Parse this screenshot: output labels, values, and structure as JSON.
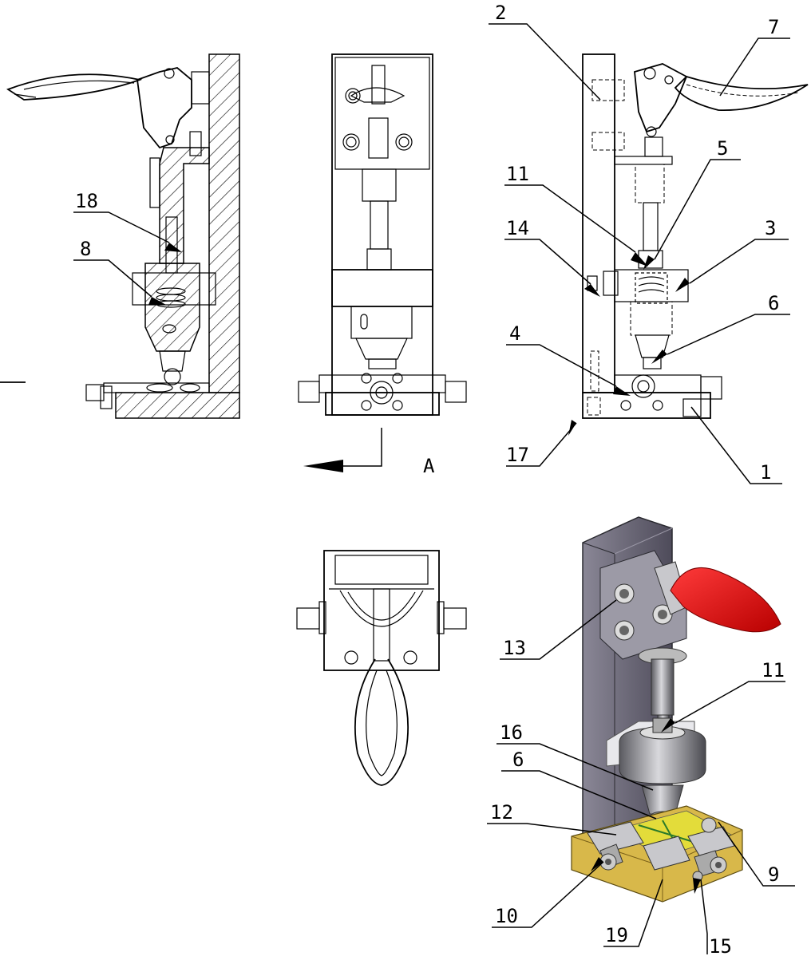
{
  "views": {
    "section_label": "A",
    "part_labels": [
      {
        "id": "2",
        "text": "2"
      },
      {
        "id": "7",
        "text": "7"
      },
      {
        "id": "5",
        "text": "5"
      },
      {
        "id": "11a",
        "text": "11"
      },
      {
        "id": "3",
        "text": "3"
      },
      {
        "id": "14",
        "text": "14"
      },
      {
        "id": "6a",
        "text": "6"
      },
      {
        "id": "4",
        "text": "4"
      },
      {
        "id": "17",
        "text": "17"
      },
      {
        "id": "1",
        "text": "1"
      },
      {
        "id": "18",
        "text": "18"
      },
      {
        "id": "8",
        "text": "8"
      },
      {
        "id": "13",
        "text": "13"
      },
      {
        "id": "11b",
        "text": "11"
      },
      {
        "id": "16",
        "text": "16"
      },
      {
        "id": "6b",
        "text": "6"
      },
      {
        "id": "12",
        "text": "12"
      },
      {
        "id": "9",
        "text": "9"
      },
      {
        "id": "10",
        "text": "10"
      },
      {
        "id": "19",
        "text": "19"
      },
      {
        "id": "15",
        "text": "15"
      }
    ]
  },
  "colors": {
    "line": "#000000",
    "handle_red": "#e01010",
    "body_gray": "#6b6878",
    "base_gold": "#d8b84a",
    "pcb_yellow": "#e3dc3a",
    "metal": "#b8b8bc"
  }
}
